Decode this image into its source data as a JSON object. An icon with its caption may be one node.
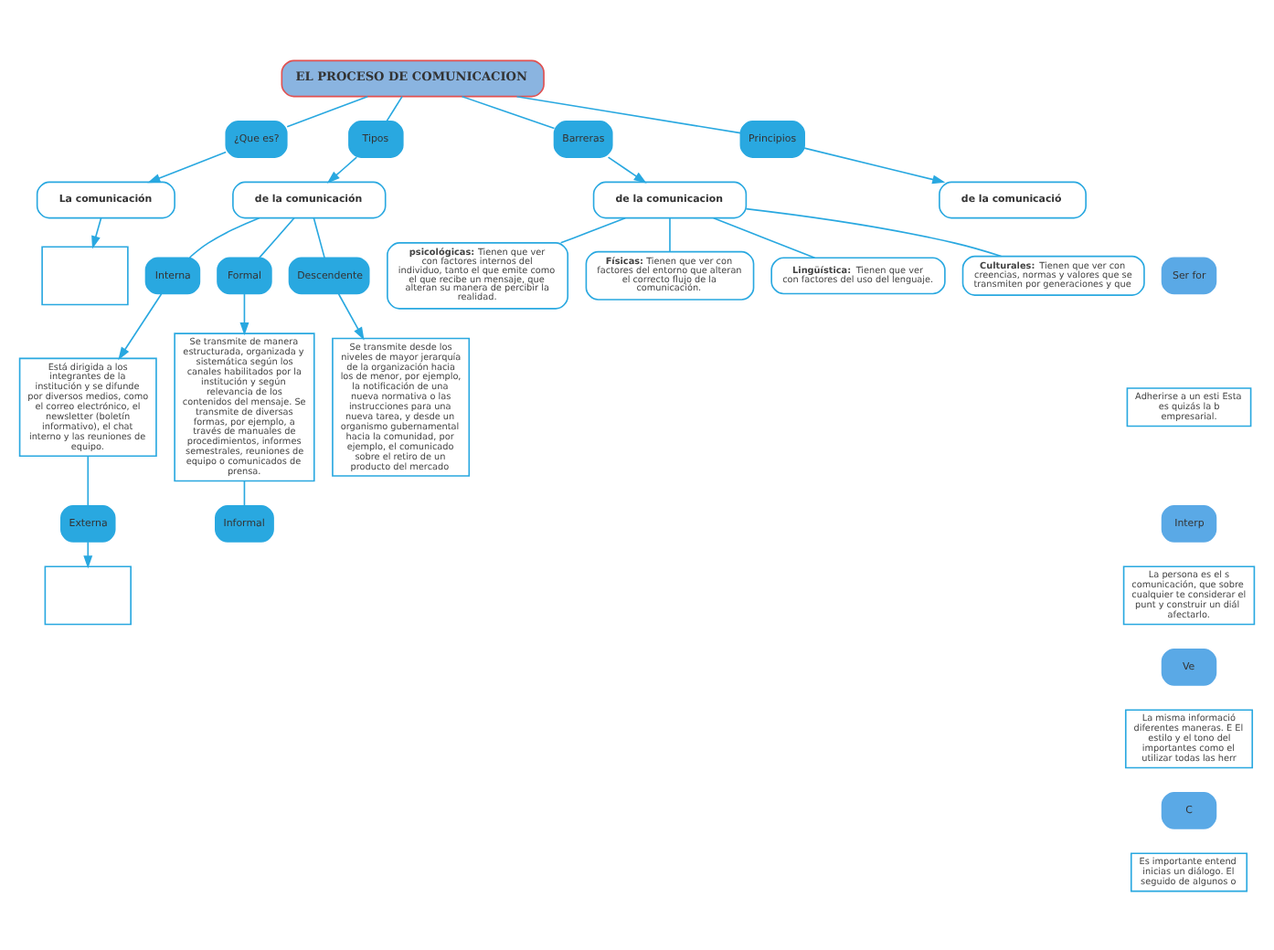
{
  "diagram": {
    "nodes": [
      {
        "text": [
          "EL PROCESO DE COMUNICACION"
        ]
      },
      {
        "text": [
          "¿Que es?"
        ]
      },
      {
        "text": [
          "La comunicación"
        ]
      },
      {
        "text": [],
        "shape": "box"
      },
      {
        "text": [
          "Tipos"
        ]
      },
      {
        "text": [
          "de la comunicación"
        ]
      },
      {
        "text": [
          "Interna"
        ]
      },
      {
        "text": [
          "Está dirigida a los integrantes de la institución y se difunde por diversos medios, como el correo electrónico, el newsletter (boletín informativo), el chat interno y las reuniones de equipo."
        ]
      },
      {
        "text": [
          "Externa"
        ]
      },
      {
        "text": [],
        "shape": "box"
      },
      {
        "text": [
          "Formal"
        ]
      },
      {
        "text": [
          "Se transmite de manera estructurada, organizada y sistemática según los canales habilitados por la institución y según relevancia de los contenidos del mensaje. Se transmite de diversas formas, por ejemplo, a través de manuales de procedimientos, informes semestrales, reuniones de equipo o comunicados de prensa."
        ]
      },
      {
        "text": [
          "Informal"
        ]
      },
      {
        "text": [
          "Descendente"
        ]
      },
      {
        "text": [
          "Se transmite desde los niveles de mayor jerarquía de la organización hacia los de menor, por ejemplo, la notificación de una nueva normativa o las instrucciones para una nueva tarea, y desde un organismo gubernamental hacia la comunidad, por ejemplo, el comunicado sobre el retiro de un producto del mercado"
        ]
      },
      {
        "text": [
          "Barreras"
        ]
      },
      {
        "text": [
          "de la comunicacion"
        ]
      },
      {
        "text": [
          "**psicológicas:** Tienen que ver con factores internos del individuo, tanto el que emite como el que recibe un mensaje, que alteran su manera de percibir la realidad."
        ]
      },
      {
        "text": [
          "**Físicas:** Tienen que ver con factores del entorno que alteran el correcto flujo de la comunicación."
        ]
      },
      {
        "text": [
          "**Lingüística:** Tienen que ver con factores del uso del lenguaje."
        ]
      },
      {
        "text": [
          "**Culturales:** Tienen que ver con creencias, normas y valores que se transmiten por generaciones y que"
        ]
      },
      {
        "text": [
          "Principios"
        ]
      },
      {
        "text": [
          "de la comunicació"
        ]
      },
      {
        "text": [
          "Ser for"
        ]
      },
      {
        "text": [
          "Adherirse a un esti Esta es quizás la b empresarial."
        ]
      },
      {
        "text": [
          "Interp"
        ]
      },
      {
        "text": [
          "La persona es el s comunicación, que sobre cualquier te considerar el punt y construir un diál afectarlo."
        ]
      },
      {
        "text": [
          "Ve"
        ]
      },
      {
        "text": [
          "La misma informació diferentes maneras. E El estilo y el tono del importantes como el utilizar todas las herr"
        ]
      },
      {
        "text": [
          "C"
        ]
      },
      {
        "text": [
          "Es importante entend inicias un diálogo. El seguido de algunos o"
        ]
      }
    ],
    "edges": [
      {
        "from": 0,
        "to": 1,
        "arrow": "none"
      },
      {
        "from": 1,
        "to": 2,
        "arrow": "to"
      },
      {
        "from": 2,
        "to": 3,
        "arrow": "to"
      },
      {
        "from": 0,
        "to": 4,
        "arrow": "none"
      },
      {
        "from": 4,
        "to": 5,
        "arrow": "to"
      },
      {
        "from": 5,
        "to": 6,
        "arrow": "none"
      },
      {
        "from": 6,
        "to": 7,
        "arrow": "to"
      },
      {
        "from": 7,
        "to": 8,
        "arrow": "none"
      },
      {
        "from": 8,
        "to": 9,
        "arrow": "to"
      },
      {
        "from": 5,
        "to": 10,
        "arrow": "none"
      },
      {
        "from": 10,
        "to": 11,
        "arrow": "to"
      },
      {
        "from": 11,
        "to": 12,
        "arrow": "none"
      },
      {
        "from": 5,
        "to": 13,
        "arrow": "none"
      },
      {
        "from": 13,
        "to": 14,
        "arrow": "to"
      },
      {
        "from": 0,
        "to": 15,
        "arrow": "none"
      },
      {
        "from": 15,
        "to": 16,
        "arrow": "to"
      },
      {
        "from": 16,
        "to": 17,
        "arrow": "none"
      },
      {
        "from": 16,
        "to": 18,
        "arrow": "none"
      },
      {
        "from": 16,
        "to": 19,
        "arrow": "none"
      },
      {
        "from": 16,
        "to": 20,
        "arrow": "none"
      },
      {
        "from": 0,
        "to": 21,
        "arrow": "none"
      },
      {
        "from": 21,
        "to": 22,
        "arrow": "to"
      }
    ]
  }
}
